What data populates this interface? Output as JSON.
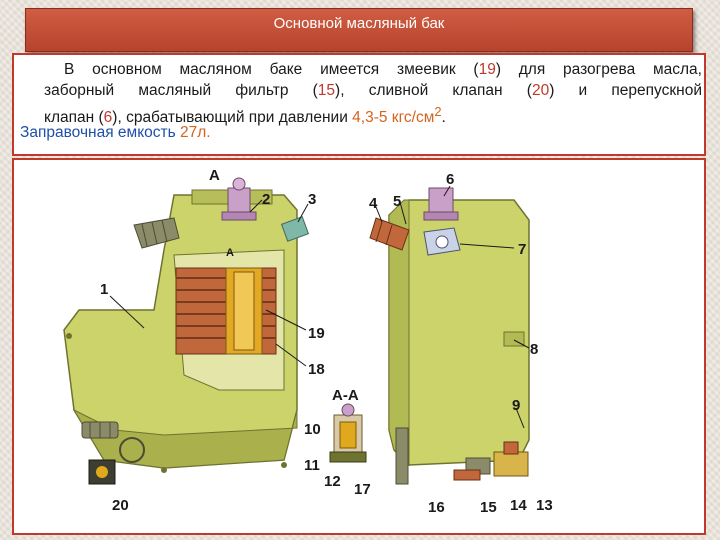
{
  "slide": {
    "title": "Основной масляный бак",
    "paragraph": {
      "line1_a": "В основном масляном баке имеется змеевик (",
      "line1_n19": "19",
      "line1_b": ") для разогрева масла,",
      "line2_a": "заборный масляный фильтр (",
      "line2_n15": "15",
      "line2_b": "), сливной клапан (",
      "line2_n20": "20",
      "line2_c": ") и перепускной",
      "line3_a": "клапан (",
      "line3_n6": "6",
      "line3_b": "), срабатывающий при давлении ",
      "line3_pressure": "4,3-5 кгс/см",
      "line3_sup": "2",
      "line3_end": "."
    },
    "capacity_label": "Заправочная емкость",
    "capacity_value": "27л."
  },
  "diagram": {
    "section_marker_top": "А",
    "section_marker_inner": "А",
    "section_title": "А-А",
    "callouts": [
      "1",
      "2",
      "3",
      "4",
      "5",
      "6",
      "7",
      "8",
      "9",
      "10",
      "11",
      "12",
      "13",
      "14",
      "15",
      "16",
      "17",
      "18",
      "19",
      "20"
    ]
  },
  "colors": {
    "title_bg": "#c0492f",
    "title_text": "#ffffff",
    "frame": "#c0392b",
    "tank_body": "#cbd36a",
    "tank_shadow": "#9aa146",
    "coil": "#b8572f",
    "filter": "#e0a81d",
    "valve": "#c9a0c7",
    "text_blue": "#1f4fa8",
    "text_orange": "#d4641e"
  }
}
